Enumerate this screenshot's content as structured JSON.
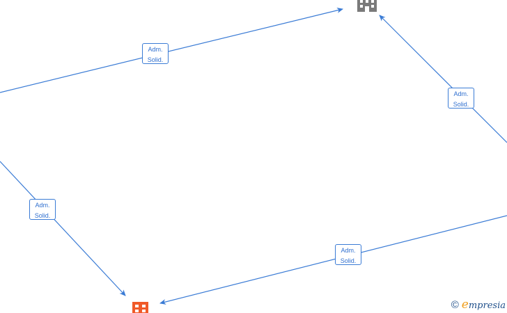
{
  "diagram": {
    "nodes": [
      {
        "id": "company-top",
        "icon": "building-icon",
        "color": "#7a7a7a"
      },
      {
        "id": "company-bottom",
        "icon": "building-icon",
        "color": "#f05a28"
      }
    ],
    "edges": [
      {
        "id": "edge-1",
        "label_line1": "Adm.",
        "label_line2": "Solid."
      },
      {
        "id": "edge-2",
        "label_line1": "Adm.",
        "label_line2": "Solid."
      },
      {
        "id": "edge-3",
        "label_line1": "Adm.",
        "label_line2": "Solid."
      },
      {
        "id": "edge-4",
        "label_line1": "Adm.",
        "label_line2": "Solid."
      }
    ],
    "edge_color": "#3a7bd5"
  },
  "watermark": {
    "copyright": "©",
    "brand_initial": "e",
    "brand_rest": "mpresia"
  }
}
